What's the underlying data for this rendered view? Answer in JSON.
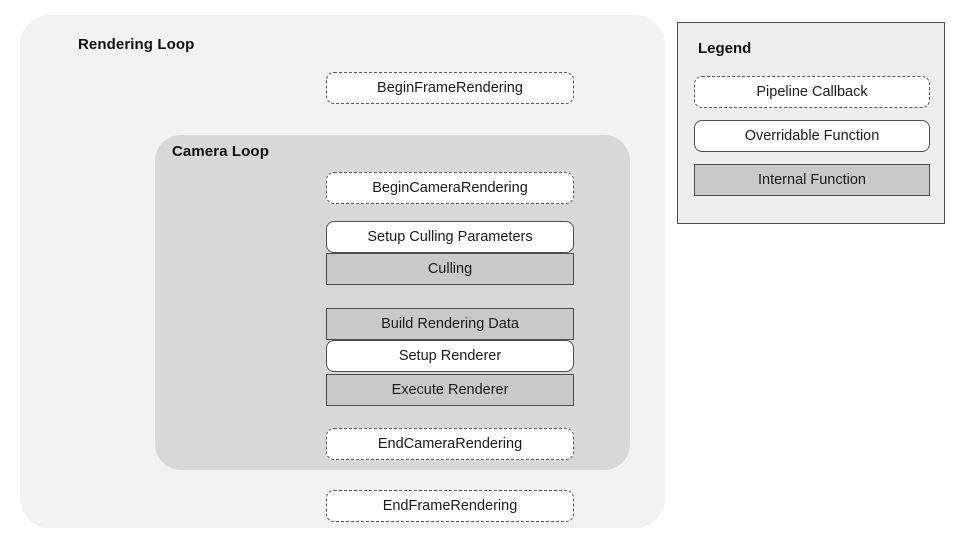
{
  "diagram": {
    "title": "Rendering Loop",
    "containers": [
      {
        "id": "rendering-loop",
        "label": "Rendering Loop",
        "fill": "#f2f2f2"
      },
      {
        "id": "camera-loop",
        "label": "Camera Loop",
        "fill": "#d8d8d8"
      }
    ],
    "steps": [
      {
        "label": "BeginFrameRendering",
        "kind": "callback",
        "scope": "rendering-loop"
      },
      {
        "label": "BeginCameraRendering",
        "kind": "callback",
        "scope": "camera-loop"
      },
      {
        "label": "Setup Culling Parameters",
        "kind": "overridable",
        "scope": "camera-loop"
      },
      {
        "label": "Culling",
        "kind": "internal",
        "scope": "camera-loop"
      },
      {
        "label": "Build Rendering Data",
        "kind": "internal",
        "scope": "camera-loop"
      },
      {
        "label": "Setup Renderer",
        "kind": "overridable",
        "scope": "camera-loop"
      },
      {
        "label": "Execute Renderer",
        "kind": "internal",
        "scope": "camera-loop"
      },
      {
        "label": "EndCameraRendering",
        "kind": "callback",
        "scope": "camera-loop"
      },
      {
        "label": "EndFrameRendering",
        "kind": "callback",
        "scope": "rendering-loop"
      }
    ]
  },
  "legend": {
    "title": "Legend",
    "items": [
      {
        "label": "Pipeline Callback",
        "kind": "callback",
        "fill": "#ffffff",
        "border": "dashed"
      },
      {
        "label": "Overridable Function",
        "kind": "overridable",
        "fill": "#ffffff",
        "border": "solid"
      },
      {
        "label": "Internal Function",
        "kind": "internal",
        "fill": "#c9c9c9",
        "border": "solid"
      }
    ]
  },
  "colors": {
    "outer_loop_fill": "#f2f2f2",
    "inner_loop_fill": "#d8d8d8",
    "internal_fill": "#c9c9c9",
    "box_fill": "#ffffff",
    "stroke": "#4d4d4d",
    "text": "#1a1a1a",
    "legend_fill": "#eeeeee",
    "page_background": "#ffffff"
  }
}
